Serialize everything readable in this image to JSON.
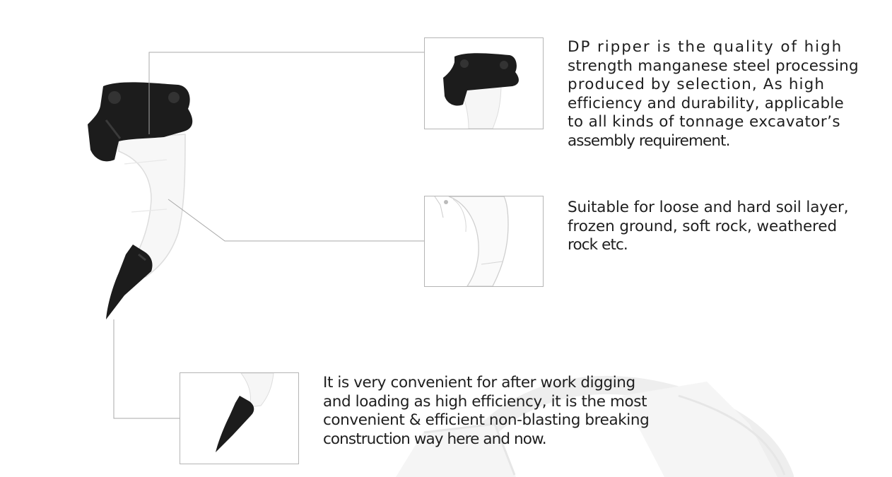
{
  "descriptions": [
    {
      "lines": [
        "DP ripper is the quality of high",
        "strength manganese steel processing",
        "produced by selection, As high",
        "efficiency and durability, applicable",
        "to all kinds of tonnage excavator’s",
        "assembly requirement."
      ]
    },
    {
      "lines": [
        "Suitable for loose and hard soil layer,",
        "frozen ground, soft rock, weathered",
        "rock etc."
      ]
    },
    {
      "lines": [
        "It is very convenient for after work digging",
        "and loading as high efficiency, it is the most",
        "convenient & efficient non-blasting breaking",
        "construction way here and now."
      ]
    }
  ],
  "colors": {
    "text": "#1e1e1e",
    "part_dark": "#1c1c1c",
    "part_light": "#f6f6f6",
    "leader_line": "#a8a8a8",
    "thumb_border": "#b5b5b5",
    "watermark": "#f0f0f0"
  },
  "icons": [
    "ripper-product-illustration",
    "excavator-watermark"
  ]
}
